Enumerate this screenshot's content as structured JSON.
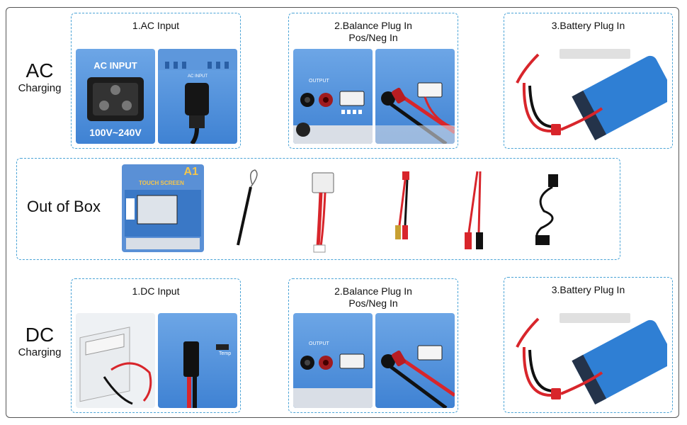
{
  "ac_section": {
    "title": "AC",
    "subtitle": "Charging",
    "step1": "1.AC Input",
    "step2_line1": "2.Balance Plug In",
    "step2_line2": "Pos/Neg In",
    "step3": "3.Battery Plug In",
    "socket_label": "AC INPUT",
    "voltage_label": "100V~240V",
    "panel_label": "AC INPUT"
  },
  "out_of_box": {
    "label": "Out of Box",
    "charger_model": "A1",
    "charger_tagline": "TOUCH SCREEN",
    "items": [
      "charger",
      "stylus",
      "balance-board",
      "t-plug-cable",
      "alligator-clip-cable",
      "power-cord"
    ]
  },
  "dc_section": {
    "title": "DC",
    "subtitle": "Charging",
    "step1": "1.DC Input",
    "step2_line1": "2.Balance Plug In",
    "step2_line2": "Pos/Neg In",
    "step3": "3.Battery Plug In"
  },
  "port_labels": {
    "output": "OUTPUT",
    "minus": "-",
    "plus": "+",
    "temp": "Temp"
  },
  "colors": {
    "accent_dashed": "#4aa3d6",
    "panel_blue": "#4a8edb",
    "wire_red": "#d8252b",
    "battery_blue": "#2f7fd4"
  }
}
